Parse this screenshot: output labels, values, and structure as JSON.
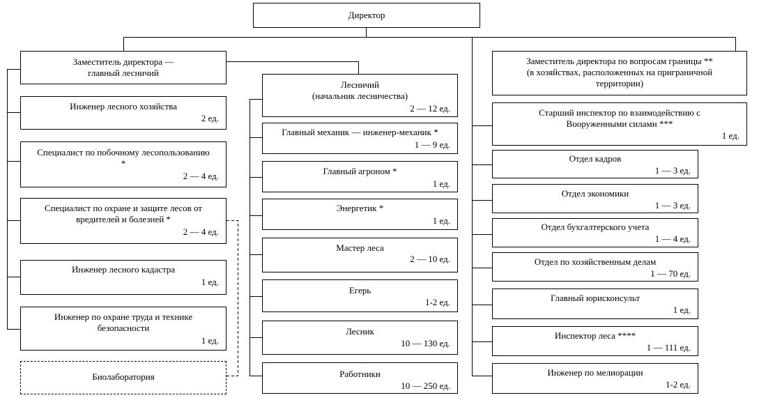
{
  "boxes": [
    {
      "id": "director",
      "title": "Директор",
      "qty": ""
    },
    {
      "id": "deputy-chief-forester",
      "title": "Заместитель директора —\nглавный лесничий",
      "qty": ""
    },
    {
      "id": "forest-engineer",
      "title": "Инженер лесного хозяйства",
      "qty": "2 ед."
    },
    {
      "id": "side-use-specialist",
      "title": "Специалист по побочному лесопользованию\n*",
      "qty": "2 — 4 ед."
    },
    {
      "id": "pest-specialist",
      "title": "Специалист по охране и защите лесов от\nвредителей и болезней *",
      "qty": "2 — 4 ед."
    },
    {
      "id": "cadastre-engineer",
      "title": "Инженер лесного кадастра",
      "qty": "1 ед."
    },
    {
      "id": "safety-engineer",
      "title": "Инженер по охране труда и технике\nбезопасности",
      "qty": "1 ед."
    },
    {
      "id": "biolab",
      "title": "Биолаборатория",
      "qty": ""
    },
    {
      "id": "forester",
      "title": "Лесничий\n(начальник лесничества)",
      "qty": "2 — 12 ед."
    },
    {
      "id": "chief-mechanic",
      "title": "Главный механик — инженер-механик *",
      "qty": "1 — 9 ед."
    },
    {
      "id": "chief-agronomist",
      "title": "Главный агроном *",
      "qty": "1 ед."
    },
    {
      "id": "power-engineer",
      "title": "Энергетик *",
      "qty": "1 ед."
    },
    {
      "id": "forest-master",
      "title": "Мастер леса",
      "qty": "2 — 10 ед."
    },
    {
      "id": "huntsman",
      "title": "Егерь",
      "qty": "1-2 ед."
    },
    {
      "id": "forest-keeper",
      "title": "Лесник",
      "qty": "10  — 130 ед."
    },
    {
      "id": "workers",
      "title": "Работники",
      "qty": "10 — 250 ед."
    },
    {
      "id": "deputy-border",
      "title": "Заместитель директора по вопросам границы **\n(в хозяйствах, расположенных на приграничной\nтерритории)",
      "qty": ""
    },
    {
      "id": "senior-inspector",
      "title": "Старший инспектор по взаимодействию с\nВооруженными силами ***",
      "qty": "1 ед."
    },
    {
      "id": "hr-dept",
      "title": "Отдел кадров",
      "qty": "1 — 3 ед."
    },
    {
      "id": "economics-dept",
      "title": "Отдел экономики",
      "qty": "1 — 3 ед."
    },
    {
      "id": "accounting-dept",
      "title": "Отдел бухгалтерского учета",
      "qty": "1 — 4 ед."
    },
    {
      "id": "admin-dept",
      "title": "Отдел по хозяйственным делам",
      "qty": "1 — 70 ед."
    },
    {
      "id": "chief-legal",
      "title": "Главный юрисконсульт",
      "qty": "1 ед."
    },
    {
      "id": "forest-inspector",
      "title": "Инспектор леса ****",
      "qty": "1 — 111 ед."
    },
    {
      "id": "melioration-engineer",
      "title": "Инженер по мелиорации",
      "qty": "1-2 ед."
    }
  ]
}
